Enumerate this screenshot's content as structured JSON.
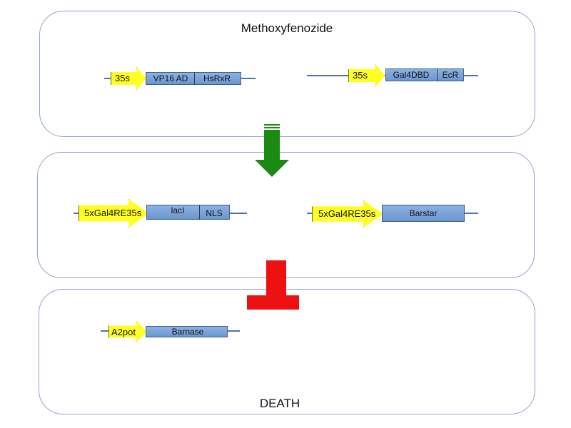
{
  "top_title": "Methoxyfenozide",
  "bottom_title": "DEATH",
  "panel1": {
    "construct_a": {
      "promoter": "35s",
      "segment_1": "VP16 AD",
      "segment_2": "HsRxR"
    },
    "construct_b": {
      "promoter": "35s",
      "segment_1": "Gal4DBD",
      "segment_2": "EcR"
    }
  },
  "panel2": {
    "construct_a": {
      "promoter": "5xGal4RE35s",
      "segment_1": "lacI",
      "segment_2": "NLS"
    },
    "construct_b": {
      "promoter": "5xGal4RE35s",
      "segment_1": "Barstar"
    }
  },
  "panel3": {
    "construct_a": {
      "promoter": "A2pot",
      "segment_1": "Barnase"
    }
  },
  "colors": {
    "promoter": "#ffff22",
    "gene": "#76a0d6",
    "activation_arrow": "#1a8a12",
    "inhibition": "#ee1111",
    "panel_border": "#8fa6c7"
  }
}
